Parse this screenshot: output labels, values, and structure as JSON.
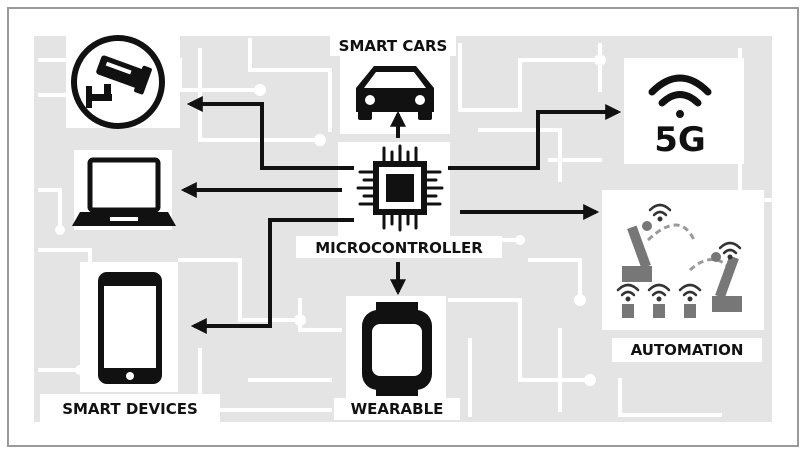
{
  "labels": {
    "smart_cars": "SMART CARS",
    "microcontroller": "MICROCONTROLLER",
    "five_g": "5G",
    "automation": "AUTOMATION",
    "smart_devices": "SMART DEVICES",
    "wearable": "WEARABLE"
  },
  "icons": {
    "camera": "security-camera-icon",
    "laptop": "laptop-icon",
    "phone": "smartphone-icon",
    "car": "car-icon",
    "chip": "microchip-icon",
    "wifi": "wifi-icon",
    "robot_arm": "robot-arm-icon",
    "watch": "smartwatch-icon"
  },
  "colors": {
    "frame": "#9a9a9a",
    "background": "#e4e4e4",
    "trace": "#ffffff",
    "ink": "#111111"
  }
}
